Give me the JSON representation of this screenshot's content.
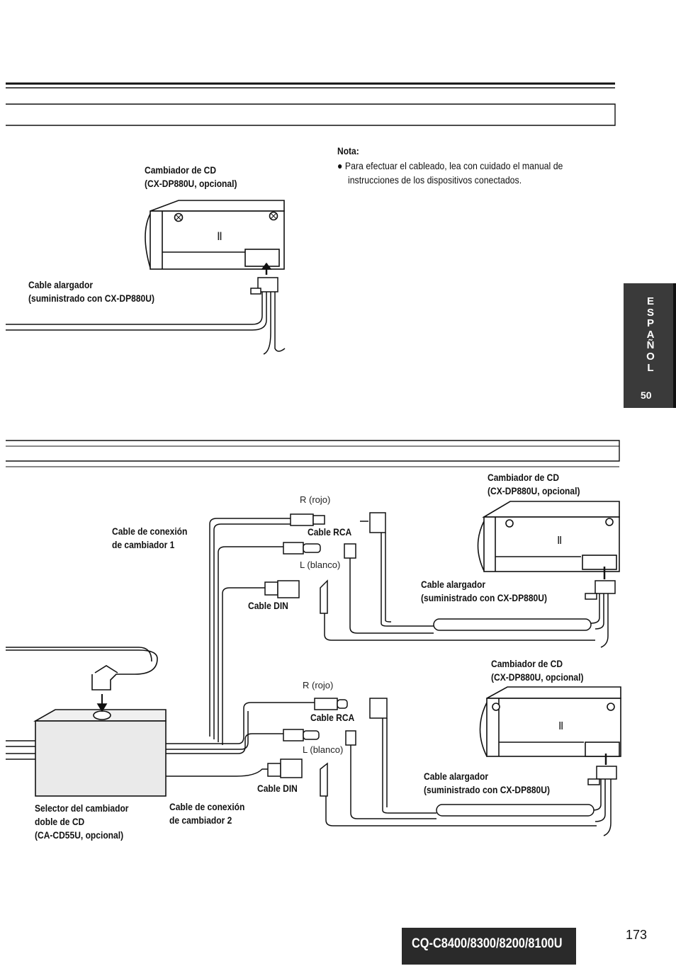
{
  "section1": {
    "changer_label": [
      "Cambiador de CD",
      "(CX-DP880U, opcional)"
    ],
    "changer_mark": "Ⅱ",
    "cable_label": [
      "Cable alargador",
      "(suministrado con CX-DP880U)"
    ]
  },
  "note": {
    "title": "Nota:",
    "lines": [
      "Para efectuar el cableado, lea con cuidado el manual de",
      "instrucciones de los dispositivos conectados."
    ]
  },
  "sidetab": {
    "letters": [
      "E",
      "S",
      "P",
      "A",
      "Ñ",
      "O",
      "L"
    ],
    "page": "50"
  },
  "section2": {
    "changer1_label": [
      "Cambiador de CD",
      "(CX-DP880U, opcional)"
    ],
    "changer2_label": [
      "Cambiador de CD",
      "(CX-DP880U, opcional)"
    ],
    "changer_mark": "Ⅱ",
    "cable1_label": [
      "Cable alargador",
      "(suministrado con CX-DP880U)"
    ],
    "cable2_label": [
      "Cable alargador",
      "(suministrado con CX-DP880U)"
    ],
    "r_rojo": "R (rojo)",
    "l_blanco": "L (blanco)",
    "cable_rca": "Cable RCA",
    "cable_din": "Cable DIN",
    "conn1_label": [
      "Cable de conexión",
      "de cambiador 1"
    ],
    "conn2_label": [
      "Cable de conexión",
      "de cambiador 2"
    ],
    "selector_label": [
      "Selector del cambiador",
      "doble de CD",
      "(CA-CD55U, opcional)"
    ]
  },
  "footer": {
    "model": "CQ-C8400/8300/8200/8100U",
    "page_number": "173"
  }
}
